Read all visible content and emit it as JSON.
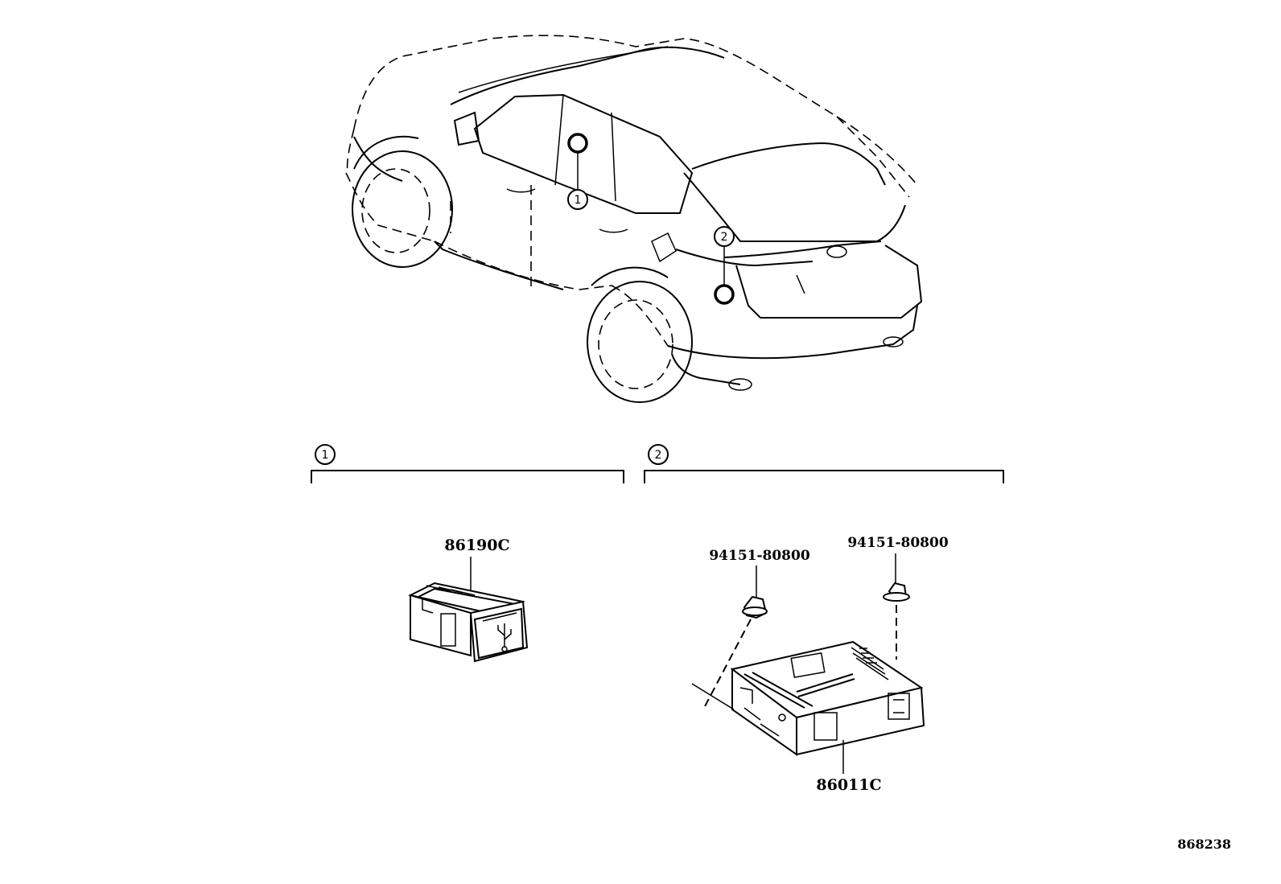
{
  "callouts": [
    "1",
    "2"
  ],
  "groups": [
    {
      "index": "1",
      "parts": [
        "86190C"
      ]
    },
    {
      "index": "2",
      "parts": [
        "94151-80800",
        "94151-80800",
        "86011C"
      ]
    }
  ],
  "diagram_id": "868238"
}
